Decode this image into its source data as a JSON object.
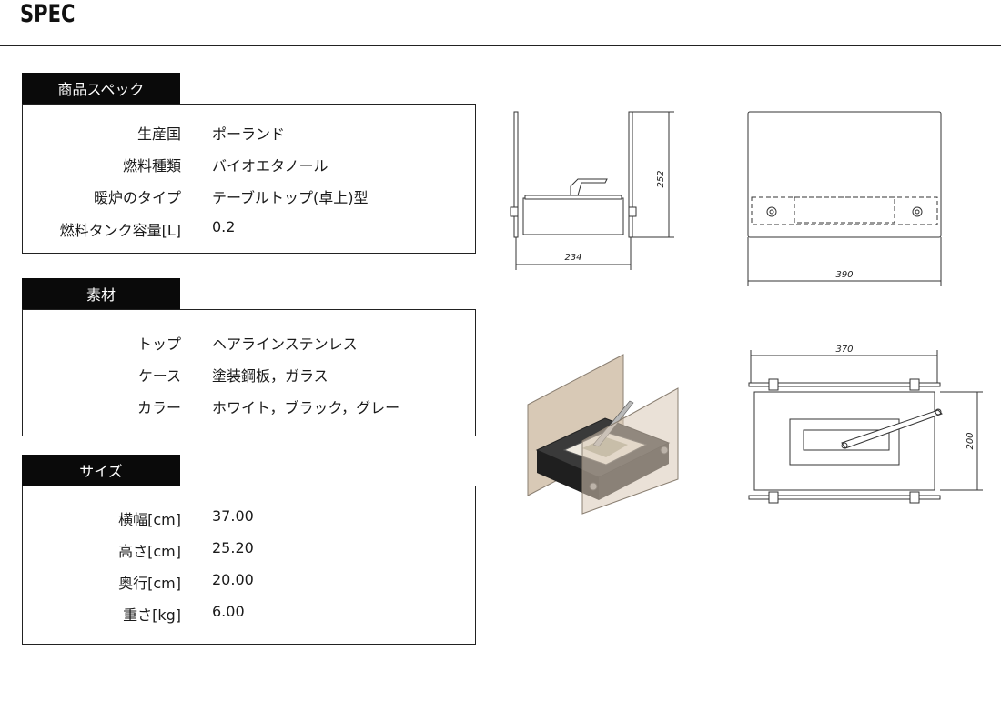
{
  "page_title": "SPEC",
  "spec_section": {
    "heading": "商品スペック",
    "rows": [
      {
        "label": "生産国",
        "value": "ポーランド"
      },
      {
        "label": "燃料種類",
        "value": "バイオエタノール"
      },
      {
        "label": "暖炉のタイプ",
        "value": "テーブルトップ(卓上)型"
      },
      {
        "label": "燃料タンク容量[L]",
        "value": "0.2"
      }
    ]
  },
  "material_section": {
    "heading": "素材",
    "rows": [
      {
        "label": "トップ",
        "value": "ヘアラインステンレス"
      },
      {
        "label": "ケース",
        "value": "塗装鋼板，ガラス"
      },
      {
        "label": "カラー",
        "value": "ホワイト，ブラック，グレー"
      }
    ]
  },
  "size_section": {
    "heading": "サイズ",
    "rows": [
      {
        "label": "横幅[cm]",
        "value": "37.00"
      },
      {
        "label": "高さ[cm]",
        "value": "25.20"
      },
      {
        "label": "奥行[cm]",
        "value": "20.00"
      },
      {
        "label": "重さ[kg]",
        "value": "6.00"
      }
    ]
  },
  "drawings": {
    "side_view": {
      "height_dim": "252",
      "width_dim": "234"
    },
    "front_view": {
      "width_dim": "390"
    },
    "top_view": {
      "width_dim": "370",
      "depth_dim": "200"
    }
  }
}
